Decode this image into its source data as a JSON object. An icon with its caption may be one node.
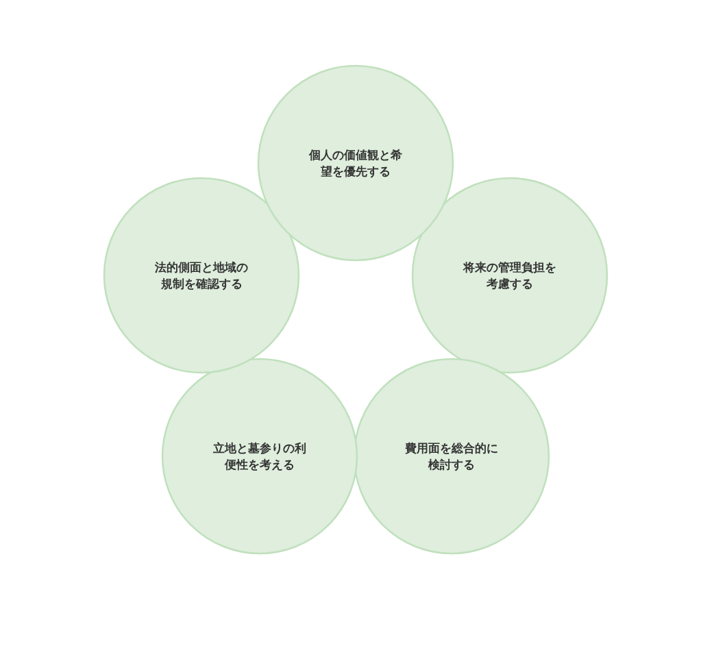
{
  "diagram": {
    "nodes": [
      {
        "text": [
          "個人の価値観と希望を優先する"
        ]
      },
      {
        "text": [
          "将来の管理負担を考慮する"
        ]
      },
      {
        "text": [
          "費用面を総合的に検討する"
        ]
      },
      {
        "text": [
          "立地と墓参りの利便性を考える"
        ]
      },
      {
        "text": [
          "法的側面と地域の規制を確認する"
        ]
      }
    ]
  }
}
